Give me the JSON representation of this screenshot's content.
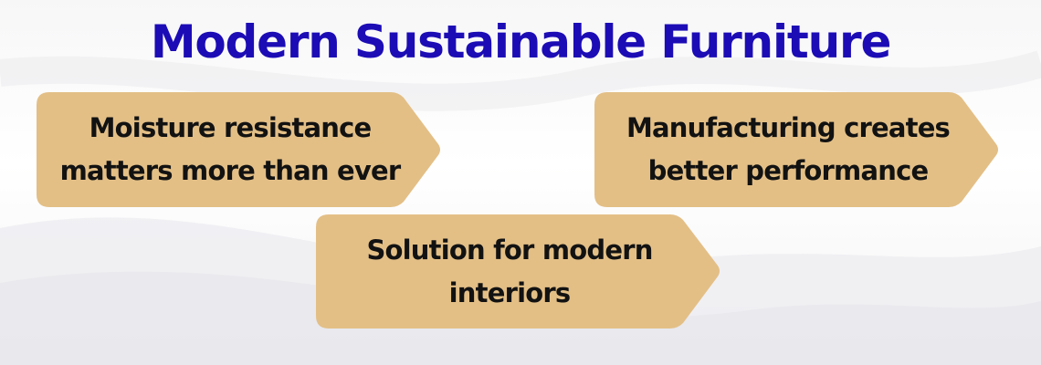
{
  "title": "Modern Sustainable Furniture",
  "colors": {
    "title": "#1c0cb5",
    "box_fill": "#e3bf86",
    "text": "#121212"
  },
  "boxes": [
    {
      "lines": [
        "Moisture resistance",
        "matters more than ever"
      ]
    },
    {
      "lines": [
        "Manufacturing creates",
        "better performance"
      ]
    },
    {
      "lines": [
        "Solution for modern",
        "interiors"
      ]
    }
  ]
}
